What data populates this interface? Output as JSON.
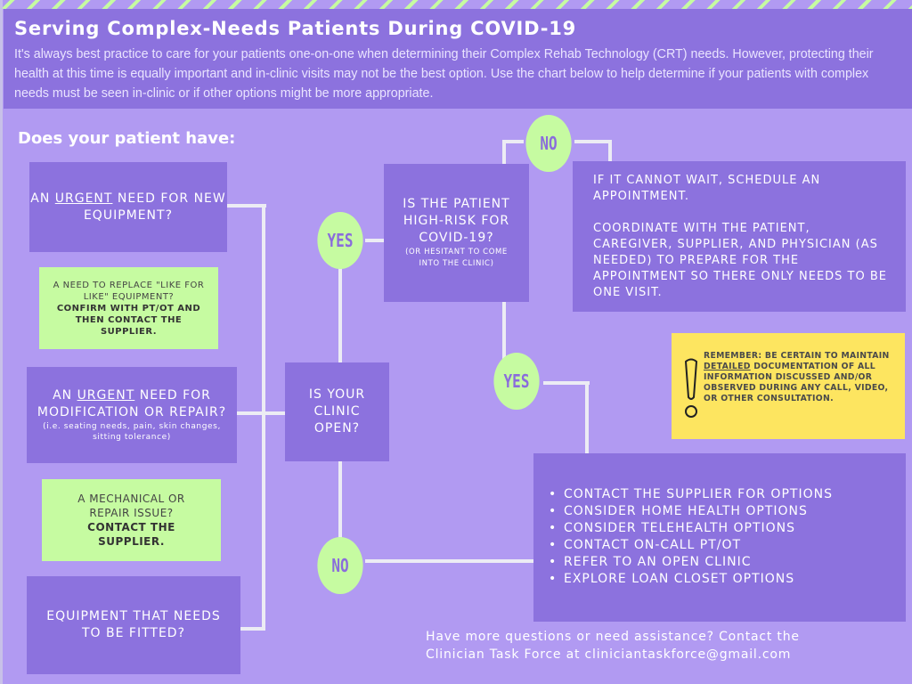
{
  "header": {
    "title": "Serving Complex-Needs Patients During COVID-19",
    "intro": "It's always best practice to care for your patients one-on-one when determining their Complex Rehab Technology (CRT) needs. However, protecting their health at this time is equally important and in-clinic visits may not be the best option. Use the chart below to help determine if your patients with complex needs must be seen in-clinic or if other options might be more appropriate."
  },
  "flow": {
    "subhead": "Does your patient have:",
    "urgent_new": {
      "pre": "AN ",
      "emph": "URGENT",
      "post": " NEED FOR NEW EQUIPMENT?"
    },
    "like_for_like": {
      "plain": "A NEED TO REPLACE \"LIKE FOR LIKE\" EQUIPMENT?",
      "bold": "CONFIRM WITH PT/OT AND THEN CONTACT THE SUPPLIER."
    },
    "urgent_repair": {
      "pre": "AN ",
      "emph": "URGENT",
      "post": " NEED FOR MODIFICATION OR REPAIR?",
      "note": "(i.e. seating needs, pain, skin changes, sitting tolerance)"
    },
    "mechanical": {
      "plain": "A MECHANICAL OR REPAIR ISSUE?",
      "bold": "CONTACT THE SUPPLIER."
    },
    "fitted": "EQUIPMENT THAT NEEDS TO BE FITTED?",
    "clinic_open": "IS YOUR CLINIC OPEN?",
    "high_risk": {
      "main": "IS THE PATIENT HIGH-RISK FOR COVID-19?",
      "note": "(OR HESITANT TO COME INTO THE CLINIC)"
    },
    "labels": {
      "yes": "YES",
      "no": "NO"
    },
    "schedule": {
      "p1": "IF IT CANNOT WAIT, SCHEDULE AN APPOINTMENT.",
      "p2": "COORDINATE WITH THE PATIENT, CAREGIVER, SUPPLIER, AND PHYSICIAN (AS NEEDED) TO PREPARE FOR THE APPOINTMENT SO THERE ONLY NEEDS TO BE ONE VISIT."
    },
    "reminder": {
      "pre": "REMEMBER: BE CERTAIN TO MAINTAIN ",
      "emph": "DETAILED",
      "post": " DOCUMENTATION OF ALL INFORMATION DISCUSSED AND/OR OBSERVED DURING ANY CALL, VIDEO, OR OTHER CONSULTATION.",
      "icon": "exclamation-icon"
    },
    "options": [
      "CONTACT THE SUPPLIER FOR OPTIONS",
      "CONSIDER HOME HEALTH OPTIONS",
      "CONSIDER TELEHEALTH OPTIONS",
      "CONTACT ON-CALL PT/OT",
      "REFER TO AN OPEN CLINIC",
      "EXPLORE LOAN CLOSET OPTIONS"
    ]
  },
  "footer": {
    "line1": "Have more questions or need assistance? Contact the",
    "line2_pre": "Clinician Task Force at ",
    "email": "cliniciantaskforce@gmail.com"
  },
  "colors": {
    "background": "#b19af2",
    "box": "#8c72de",
    "green": "#c6fba1",
    "note": "#fde560",
    "connector": "#ececf4"
  }
}
